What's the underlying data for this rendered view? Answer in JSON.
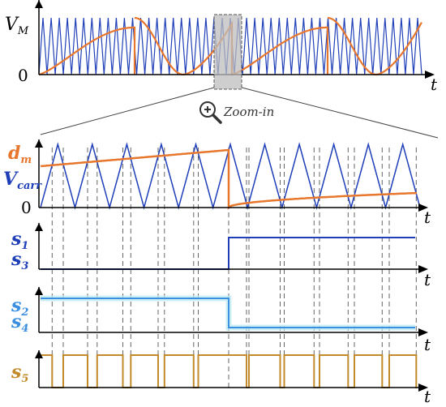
{
  "labels": {
    "vm_top": "V",
    "vm_sub": "M",
    "zero_top": "0",
    "t": "t",
    "zoom": "Zoom-in",
    "dm_main": "d",
    "dm_sub": "m",
    "vcarr_main": "V",
    "vcarr_sub": "carr",
    "zero_zoom": "0",
    "s1_main": "s",
    "s1_sub": "1",
    "s3_main": "s",
    "s3_sub": "3",
    "s2_main": "s",
    "s2_sub": "2",
    "s4_main": "s",
    "s4_sub": "4",
    "s5_main": "s",
    "s5_sub": "5"
  },
  "colors": {
    "carrier": "#1f3fb8",
    "modulation": "#e8772e",
    "axis": "#000000",
    "s13": "#1f3fb8",
    "s24": "#3b8fe0",
    "s24_glow": "#bfeaf2",
    "s5": "#c28a2a",
    "zoom_box_fill": "#bdbdbd",
    "zoom_box_stroke": "#555555",
    "grid_dash": "#666666",
    "label_orange": "#e8772e",
    "label_blue": "#1f3fb8",
    "label_lightblue": "#3b8fe0",
    "label_gold": "#c28a2a"
  },
  "icons": {
    "zoom": "zoom-in-magnifier-icon"
  }
}
